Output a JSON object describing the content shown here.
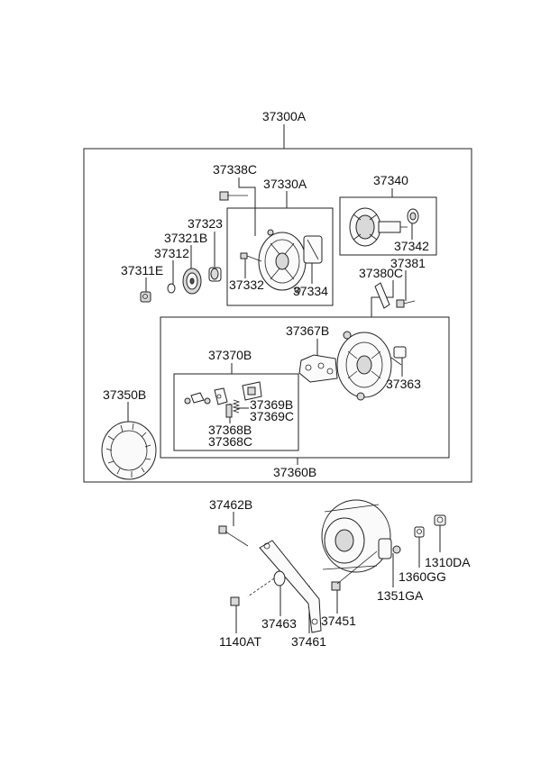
{
  "parts": {
    "p37300A": "37300A",
    "p37338C": "37338C",
    "p37330A": "37330A",
    "p37340": "37340",
    "p37323": "37323",
    "p37321B": "37321B",
    "p37312": "37312",
    "p37311E": "37311E",
    "p37332": "37332",
    "p37334": "37334",
    "p37342": "37342",
    "p37381": "37381",
    "p37380C": "37380C",
    "p37367B": "37367B",
    "p37370B": "37370B",
    "p37363": "37363",
    "p37369B": "37369B",
    "p37369C": "37369C",
    "p37368B": "37368B",
    "p37368C": "37368C",
    "p37350B": "37350B",
    "p37360B": "37360B",
    "p37462B": "37462B",
    "p1310DA": "1310DA",
    "p1360GG": "1360GG",
    "p1351GA": "1351GA",
    "p37463": "37463",
    "p37451": "37451",
    "p1140AT": "1140AT",
    "p37461": "37461"
  }
}
